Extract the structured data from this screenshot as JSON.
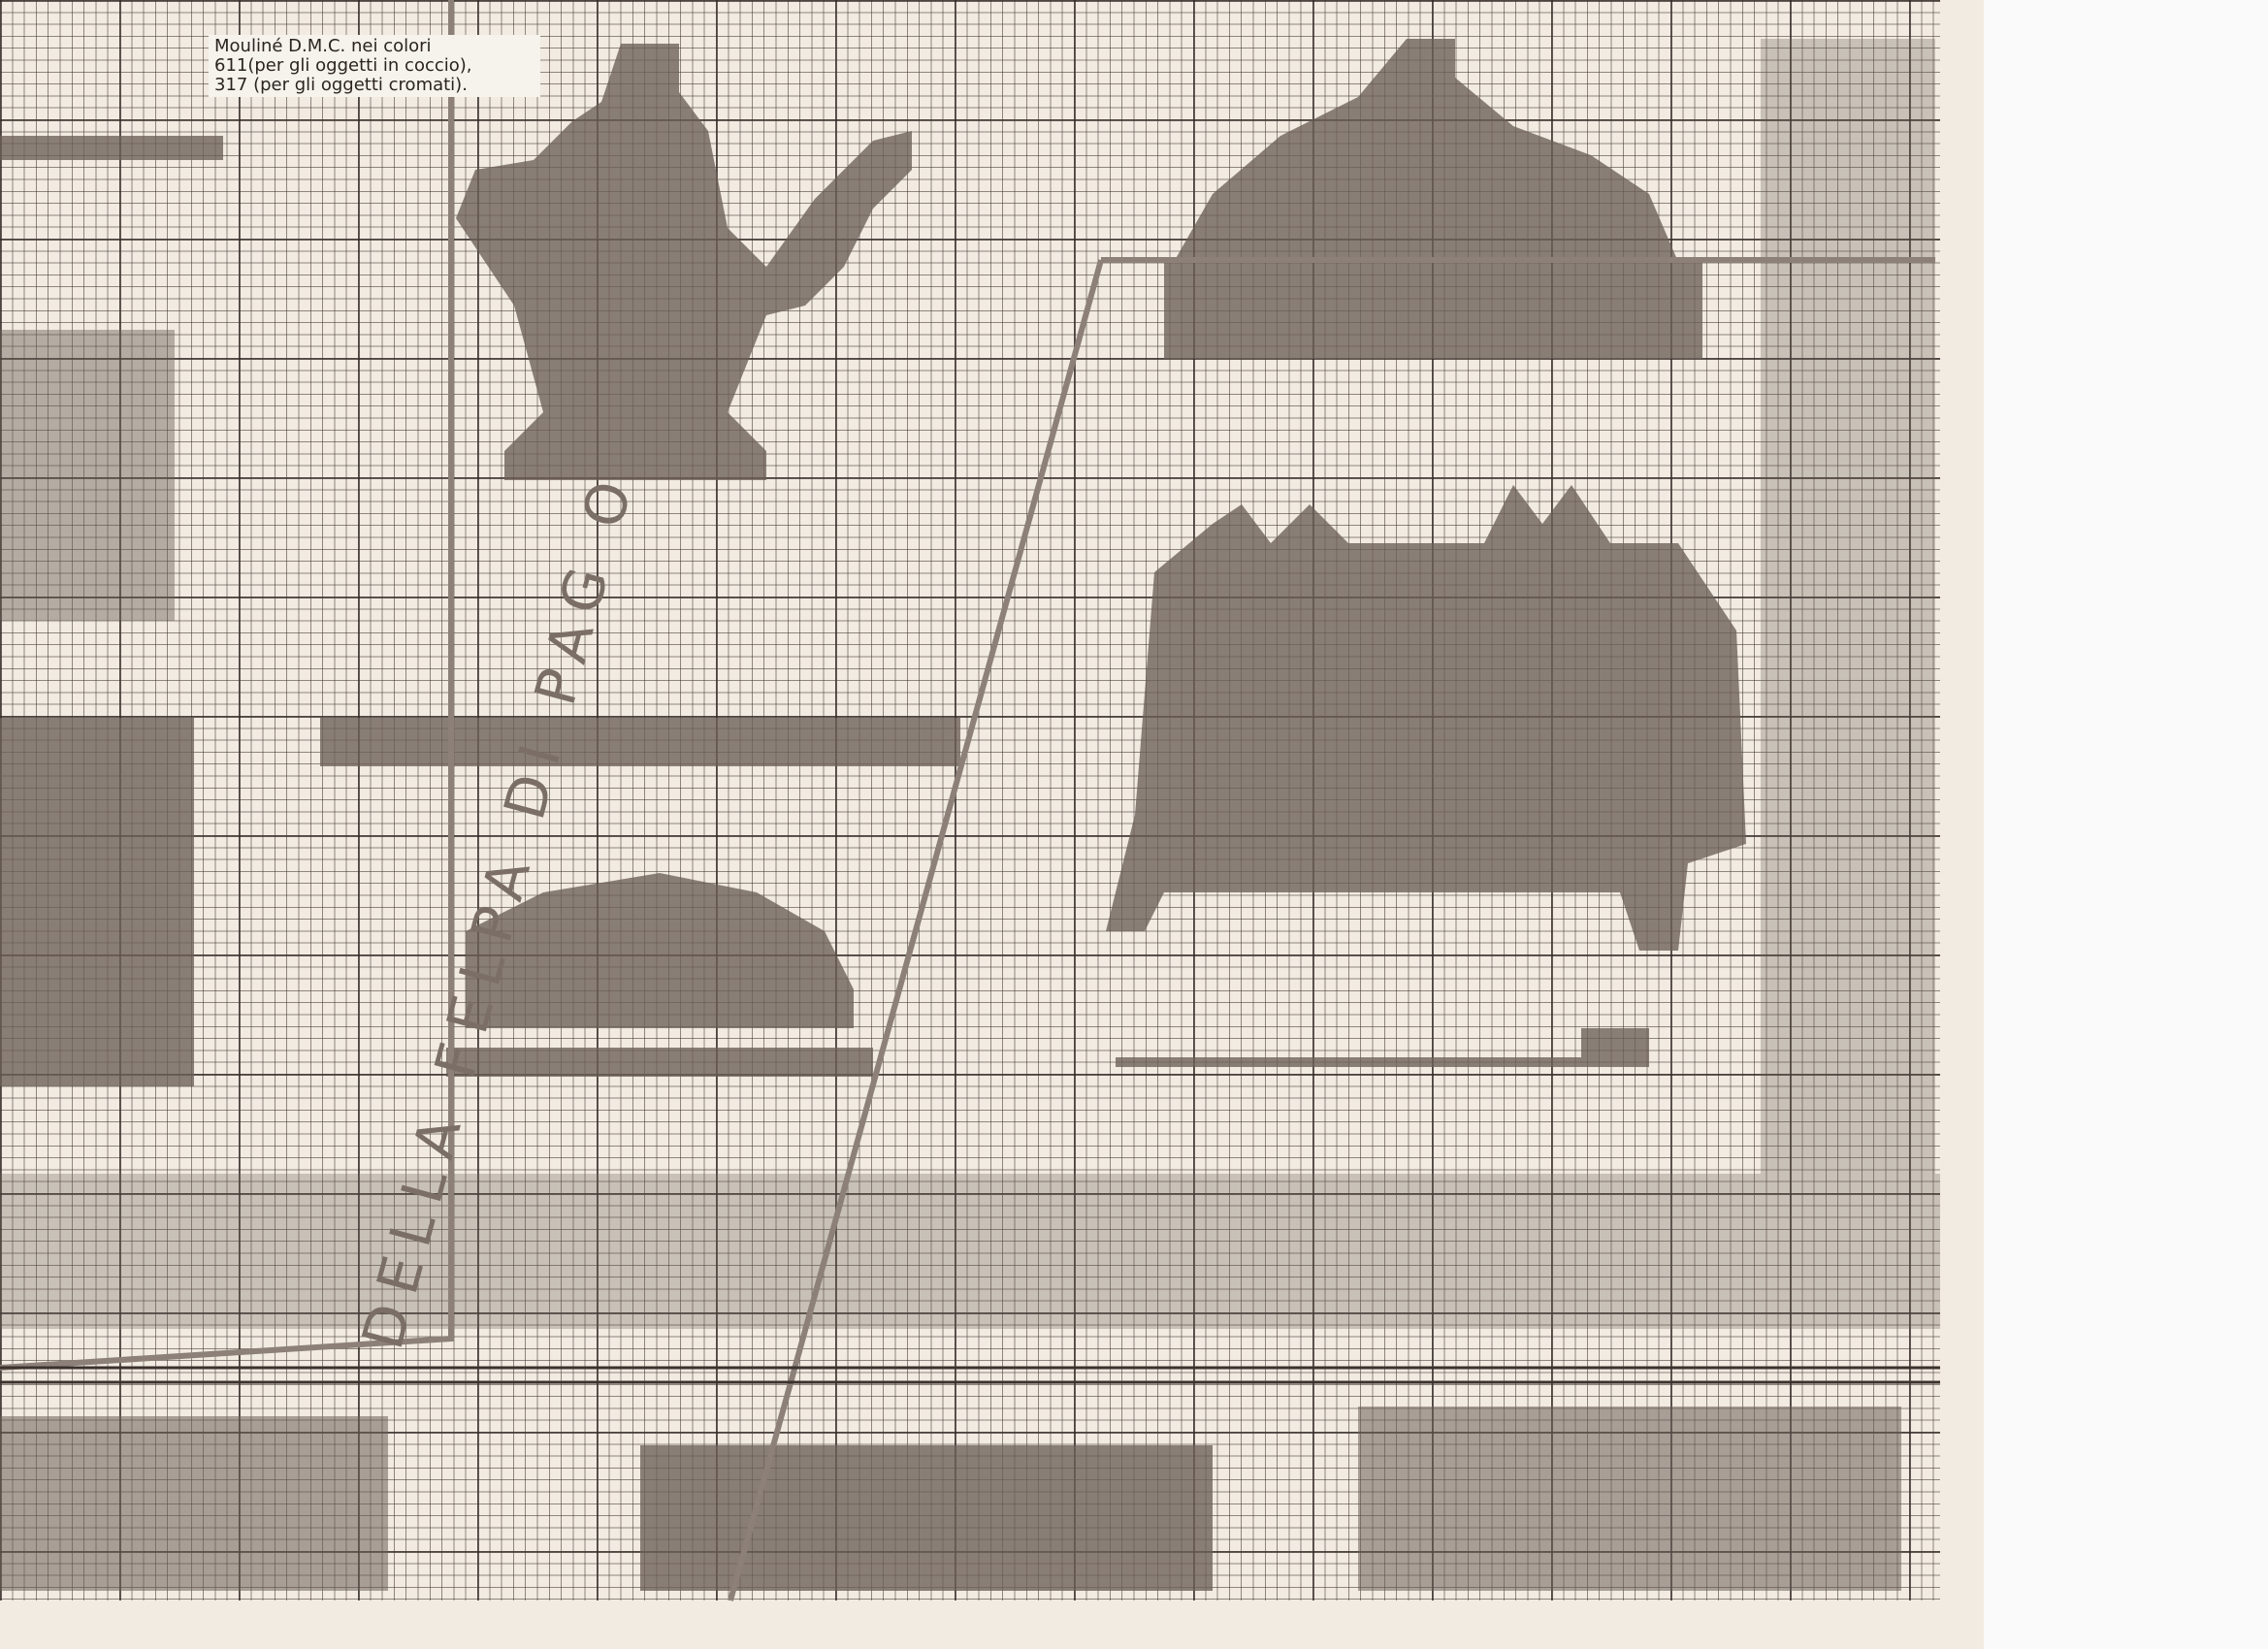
{
  "legend_note": {
    "lines": [
      "Mouliné D.M.C. nei colori",
      "611(per gli oggetti in coccio),",
      "317 (per gli oggetti cromati)."
    ]
  },
  "fold_label": "DELLA FELPA DI PAG O",
  "colors": {
    "paper": "#f1ebe1",
    "stitch": "#6b5f57",
    "grid": "#3c322d"
  }
}
